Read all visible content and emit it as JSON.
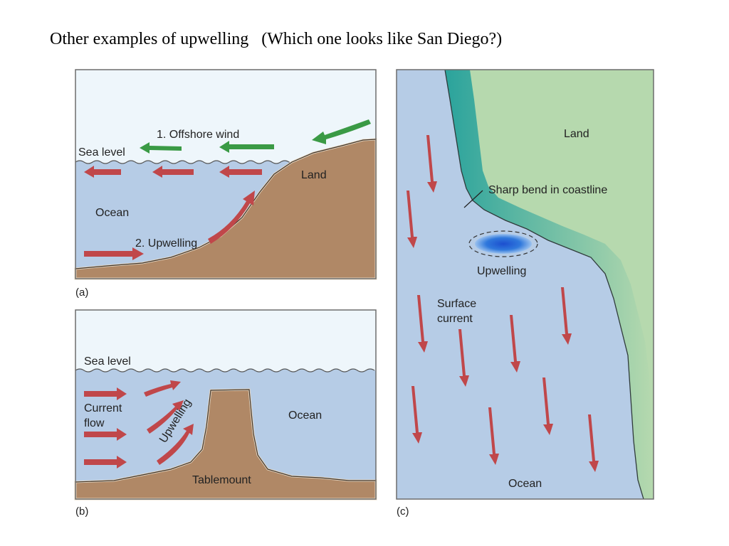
{
  "page": {
    "title": "Other examples of upwelling   (Which one looks like San Diego?)"
  },
  "colors": {
    "sky": "#eef6fb",
    "ocean": "#b6cce6",
    "land_brown": "#b08866",
    "land_green": "#b6d9ae",
    "coast_teal": "#49b7b0",
    "current_arrow": "#c0474a",
    "wind_arrow": "#3a9a45",
    "upwelling_blue": "#2d6fd4",
    "panel_border": "#6d6d6d"
  },
  "panel_a": {
    "caption": "(a)",
    "offshore_wind": "1. Offshore wind",
    "sea_level": "Sea level",
    "land": "Land",
    "ocean": "Ocean",
    "upwelling": "2. Upwelling"
  },
  "panel_b": {
    "caption": "(b)",
    "sea_level": "Sea level",
    "current_flow_line1": "Current",
    "current_flow_line2": "flow",
    "upwelling": "Upwelling",
    "ocean": "Ocean",
    "tablemount": "Tablemount"
  },
  "panel_c": {
    "caption": "(c)",
    "land": "Land",
    "sharp_bend": "Sharp bend in coastline",
    "upwelling": "Upwelling",
    "surface_current_line1": "Surface",
    "surface_current_line2": "current",
    "ocean": "Ocean"
  }
}
